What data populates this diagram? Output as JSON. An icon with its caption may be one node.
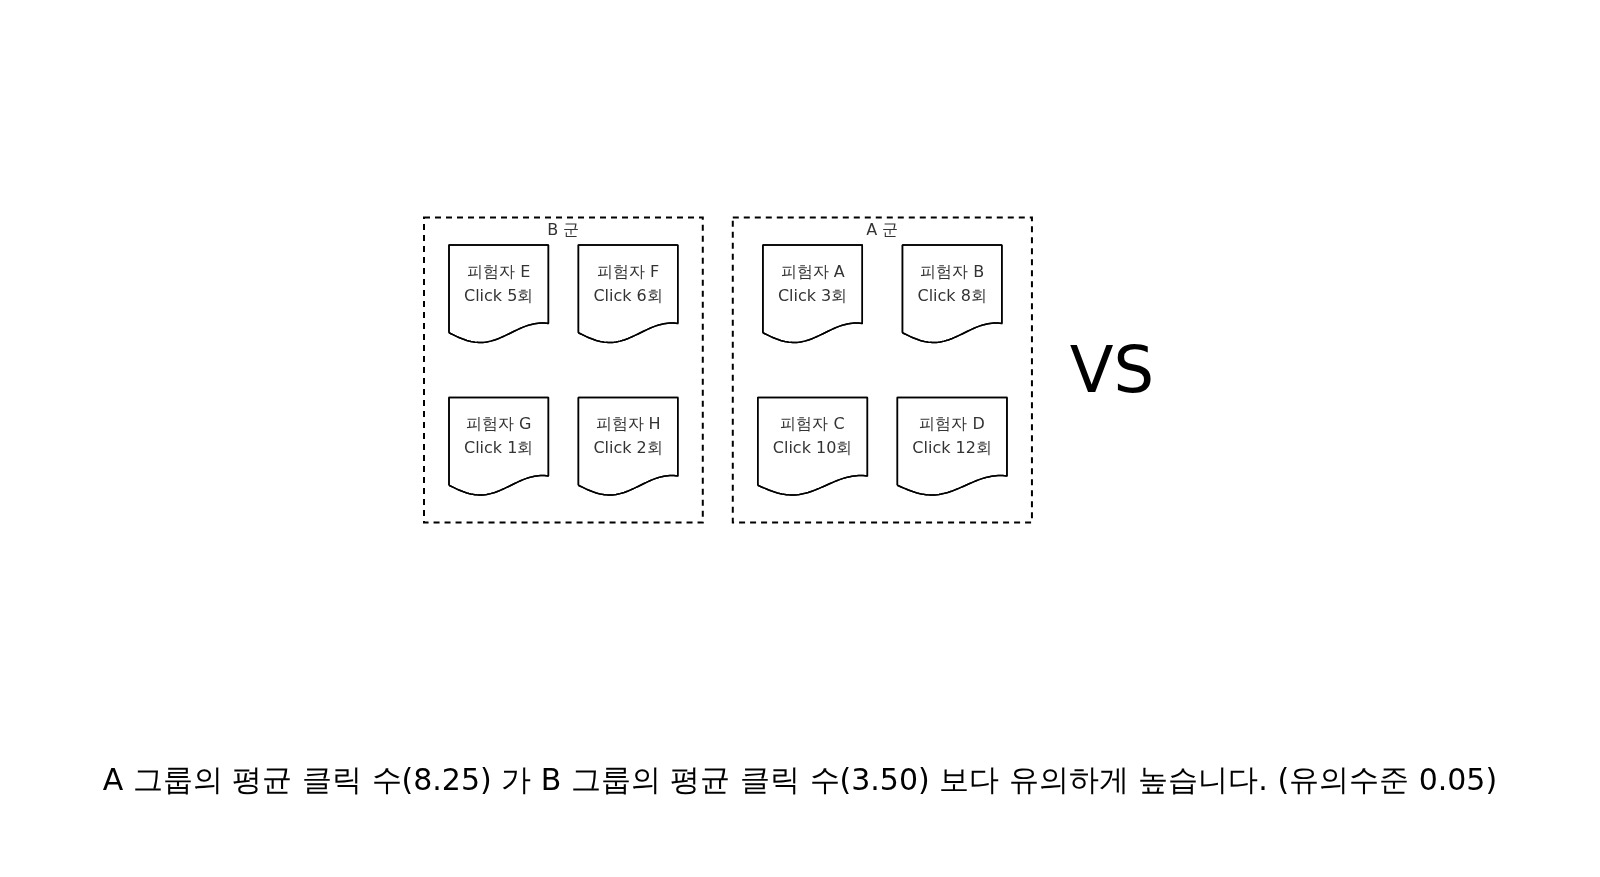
{
  "diagram": {
    "caption": "A 그룹의 평균 클릭 수(8.25) 가 B 그룹의 평균 클릭 수(3.50) 보다 유의하게 높습니다. (유의수준 0.05)",
    "nodes": [
      {
        "text": [
          "A 군"
        ]
      },
      {
        "text": [
          "피험자 A",
          "Click 3회"
        ],
        "in": 0
      },
      {
        "text": [
          "피험자 B",
          "Click 8회"
        ],
        "in": 0
      },
      {
        "text": [
          "피험자 C",
          "Click 10회"
        ],
        "in": 0
      },
      {
        "text": [
          "피험자 D",
          "Click 12회"
        ],
        "in": 0
      },
      {
        "text": [
          "B 군"
        ]
      },
      {
        "text": [
          "피험자 E",
          "Click 5회"
        ],
        "in": 5
      },
      {
        "text": [
          "피험자 F",
          "Click 6회"
        ],
        "in": 5
      },
      {
        "text": [
          "피험자 G",
          "Click 1회"
        ],
        "in": 5
      },
      {
        "text": [
          "피험자 H",
          "Click 2회"
        ],
        "in": 5
      }
    ],
    "edges": [],
    "labels": [
      "VS"
    ]
  }
}
